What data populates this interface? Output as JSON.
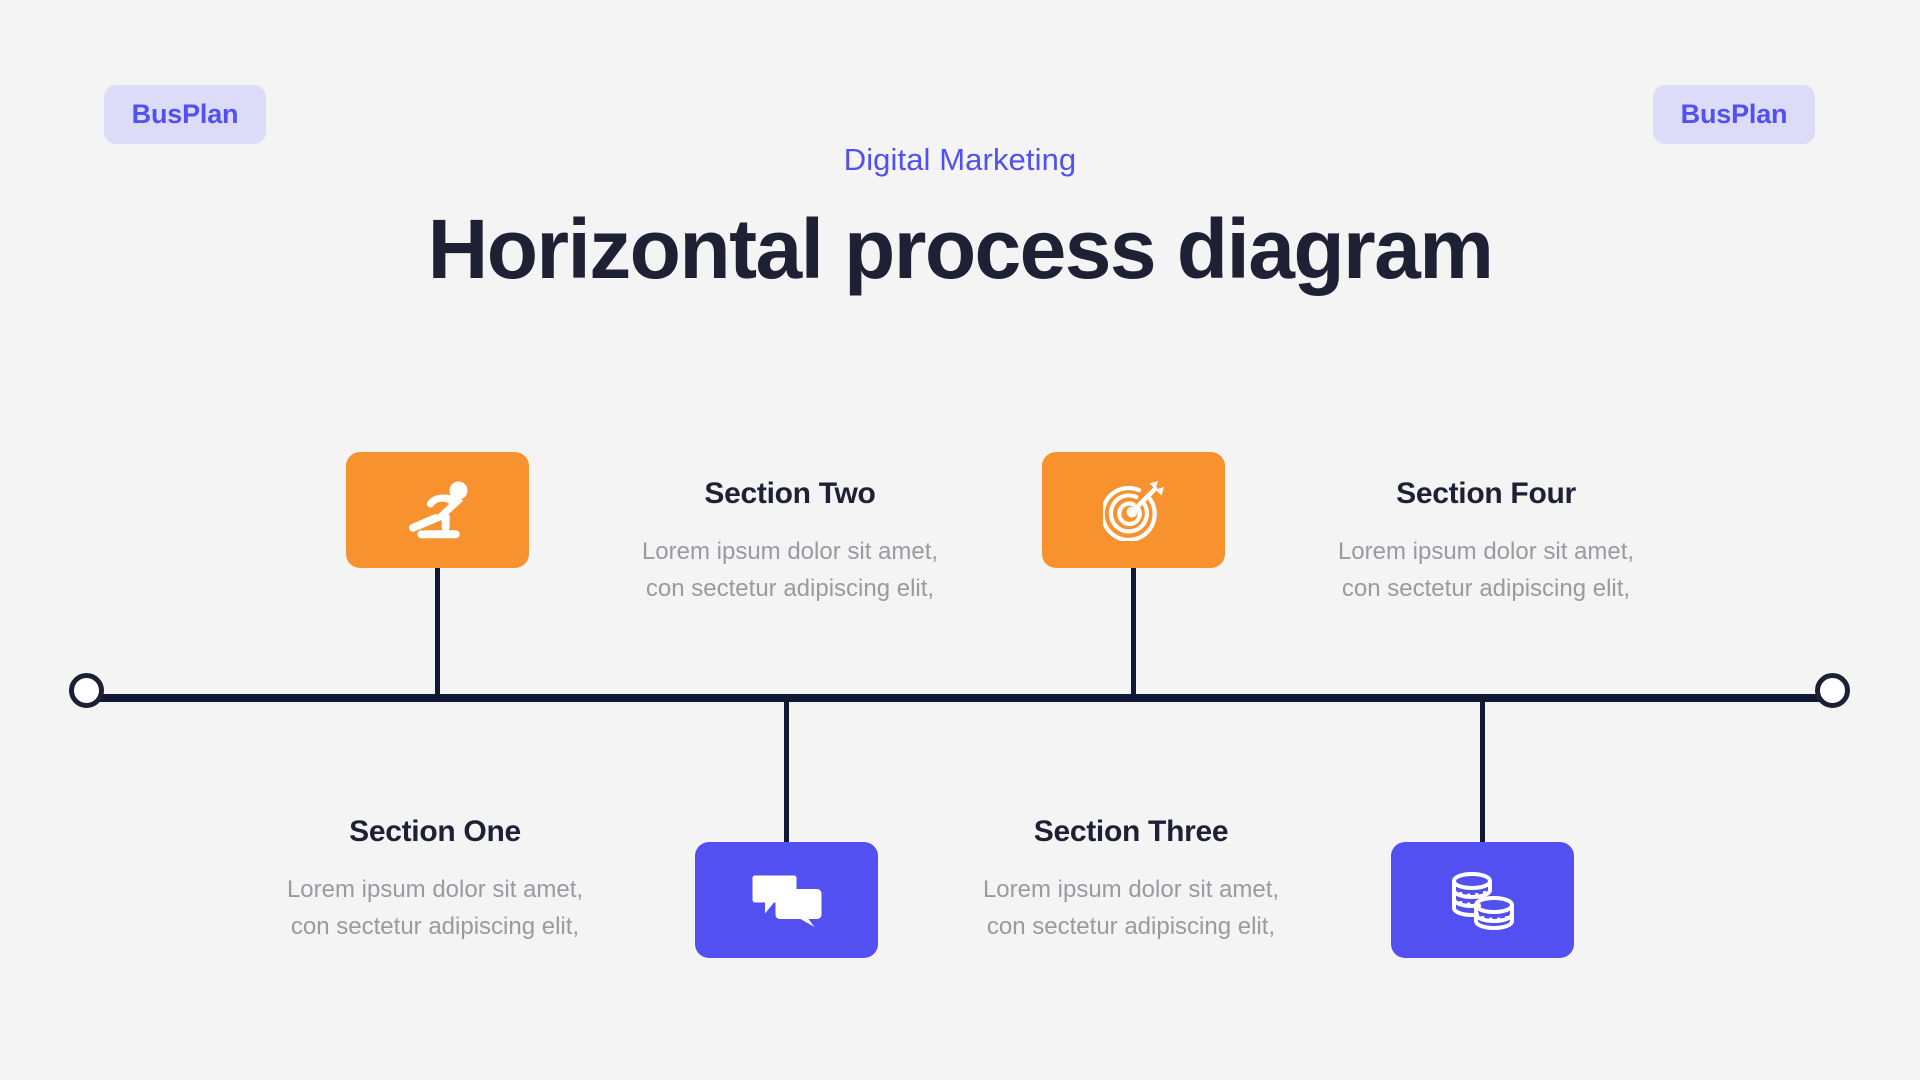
{
  "brand": {
    "left_label": "BusPlan",
    "right_label": "BusPlan",
    "badge_bg": "#dcdcf8",
    "text_color": "#5250f0"
  },
  "header": {
    "eyebrow": "Digital Marketing",
    "title": "Horizontal process diagram",
    "eyebrow_color": "#5250f0",
    "title_color": "#1e2033"
  },
  "theme": {
    "background": "#f4f4f4",
    "orange": "#f7922f",
    "blue": "#5250f0",
    "rail": "#111833",
    "body_text": "#9a9a9f"
  },
  "timeline": {
    "left_cap_label": "start-point",
    "right_cap_label": "end-point"
  },
  "sections": [
    {
      "title": "Section One",
      "body": "Lorem ipsum dolor sit amet,\ncon sectetur adipiscing elit,",
      "icon": "runner-icon",
      "icon_color": "#f7922f",
      "position": "below-text-above-icon"
    },
    {
      "title": "Section Two",
      "body": "Lorem ipsum dolor sit amet,\ncon sectetur adipiscing elit,",
      "icon": "chat-bubbles-icon",
      "icon_color": "#5250f0",
      "position": "above-text-below-icon"
    },
    {
      "title": "Section Three",
      "body": "Lorem ipsum dolor sit amet,\ncon sectetur adipiscing elit,",
      "icon": "target-arrow-icon",
      "icon_color": "#f7922f",
      "position": "below-text-above-icon"
    },
    {
      "title": "Section Four",
      "body": "Lorem ipsum dolor sit amet,\ncon sectetur adipiscing elit,",
      "icon": "coins-stack-icon",
      "icon_color": "#5250f0",
      "position": "above-text-below-icon"
    }
  ]
}
